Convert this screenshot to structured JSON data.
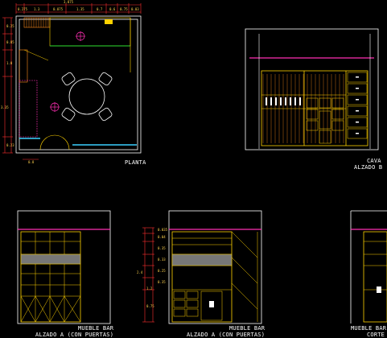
{
  "labels": {
    "planta": "PLANTA",
    "cava_title": "CAVA",
    "cava_sub": "ALZADO B",
    "mueble1_title": "MUEBLE BAR",
    "mueble1_sub": "ALZADO A (CON PUERTAS)",
    "mueble2_title": "MUEBLE BAR",
    "mueble2_sub": "ALZADO A (CON PUERTAS)",
    "mueble3_title": "MUEBLE BAR",
    "mueble3_sub": "CORTE"
  },
  "dimensions": {
    "plan_top": [
      "0.275",
      "1.3",
      "0.875",
      "1.35",
      "0.7",
      "0.6",
      "0.75",
      "0.03"
    ],
    "plan_total": "3.875",
    "plan_left": [
      "0.25",
      "0.85",
      "1.0",
      "3.35",
      "0.23"
    ],
    "plan_bottom": "0.8",
    "elev_side": [
      "0.035",
      "0.04",
      "0.35",
      "0.33",
      "0.25",
      "0.35",
      "2.4",
      "1.2",
      "0.75"
    ]
  },
  "colors": {
    "background": "#000000",
    "line_yellow": "#ffd200",
    "line_orange": "#ff8c1a",
    "line_white": "#ffffff",
    "accent_magenta": "#ff2fb4",
    "accent_green": "#2fe02f",
    "accent_blue": "#3ad0ff",
    "accent_red": "#ff3030"
  }
}
